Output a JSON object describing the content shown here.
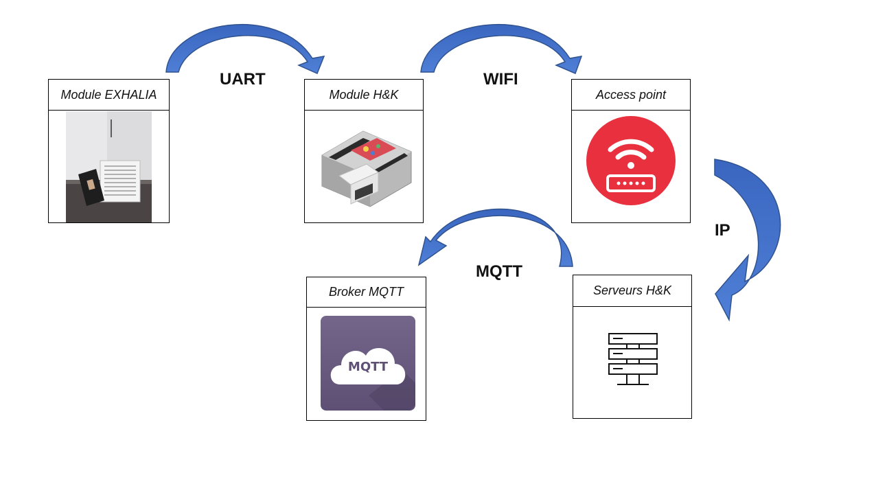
{
  "nodes": {
    "exhalia": {
      "title": "Module EXHALIA"
    },
    "hk_module": {
      "title": "Module H&K"
    },
    "access_point": {
      "title": "Access point"
    },
    "hk_servers": {
      "title": "Serveurs H&K"
    },
    "broker": {
      "title": "Broker MQTT",
      "logo_text": "MQTT"
    }
  },
  "edges": [
    {
      "from": "Module EXHALIA",
      "to": "Module H&K",
      "label": "UART"
    },
    {
      "from": "Module H&K",
      "to": "Access point",
      "label": "WIFI"
    },
    {
      "from": "Access point",
      "to": "Serveurs H&K",
      "label": "IP"
    },
    {
      "from": "Serveurs H&K",
      "to": "Broker MQTT",
      "label": "MQTT"
    }
  ],
  "colors": {
    "arrow_fill": "#4472C4",
    "arrow_stroke": "#2F528F",
    "router_red": "#E8303E",
    "mqtt_purple": "#6A5B80"
  }
}
